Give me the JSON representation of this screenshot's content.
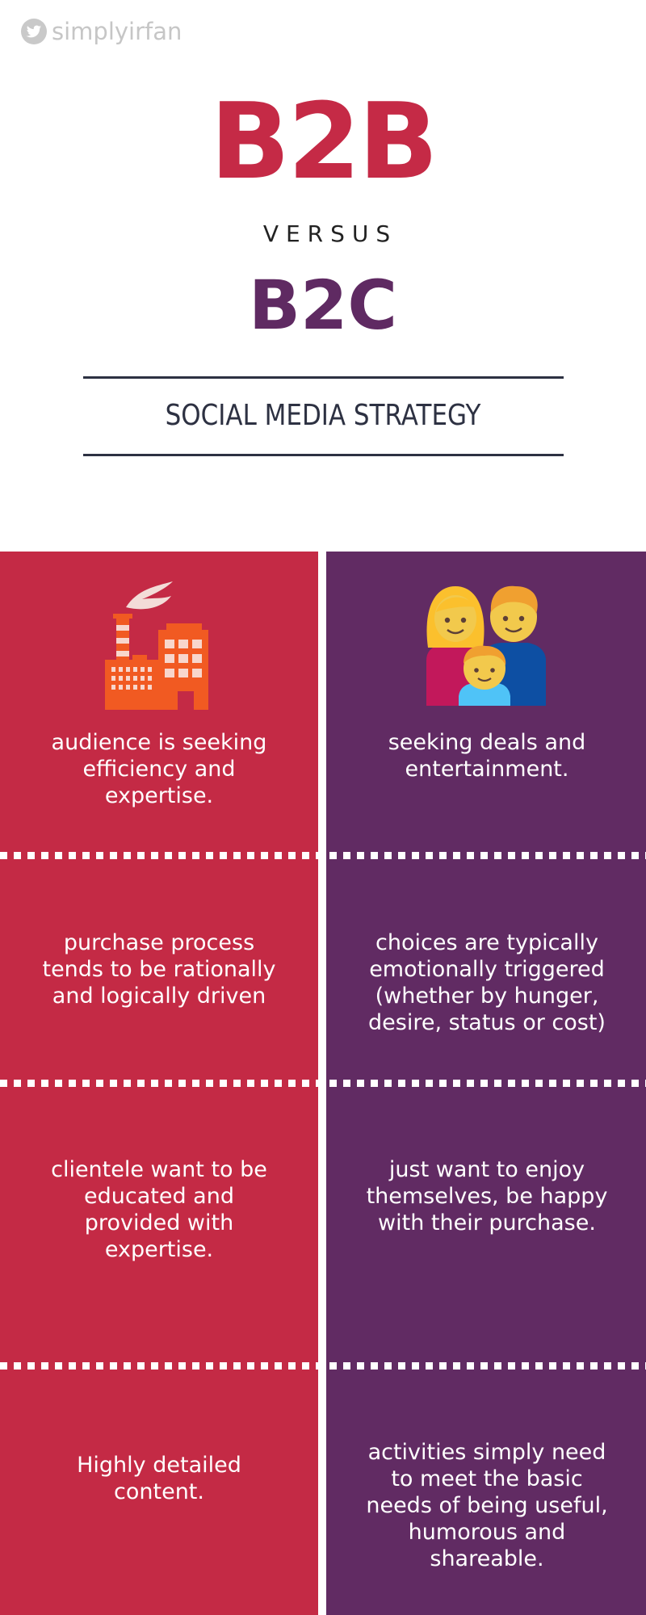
{
  "brand": {
    "icon": "twitter-icon",
    "handle": "simplyirfan"
  },
  "header": {
    "title_top": "B2B",
    "versus": "VERSUS",
    "title_bottom": "B2C",
    "subtitle": "SOCIAL MEDIA STRATEGY"
  },
  "colors": {
    "b2b_red": "#c42a45",
    "b2c_purple": "#612b63",
    "rule_dark": "#2d3142",
    "brand_gray": "#c6c6c6"
  },
  "icons": {
    "left": "factory-icon",
    "right": "family-icon"
  },
  "rows": [
    {
      "b2b": "audience is seeking\nefficiency and\nexpertise.",
      "b2c": "seeking deals and\nentertainment."
    },
    {
      "b2b": "purchase process\ntends to be rationally\nand logically driven",
      "b2c": "choices are typically\nemotionally triggered\n(whether by hunger,\ndesire, status or cost)"
    },
    {
      "b2b": "clientele want to be\neducated and\nprovided with\nexpertise.",
      "b2c": "just want to enjoy\nthemselves, be happy\nwith their purchase."
    },
    {
      "b2b": "Highly detailed\ncontent.",
      "b2c": "activities simply need\nto meet the basic\nneeds of being useful,\nhumorous and\nshareable."
    }
  ]
}
